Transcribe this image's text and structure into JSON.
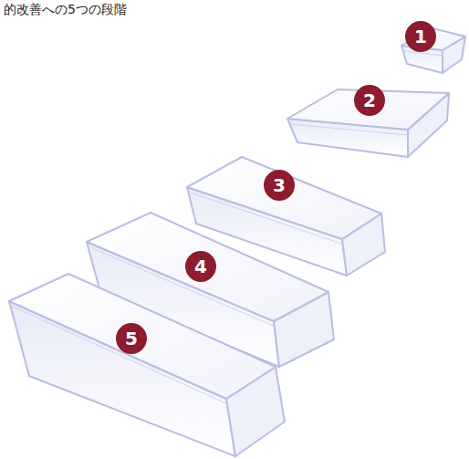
{
  "diagram": {
    "nodes": [
      {
        "text": [
          "1"
        ]
      },
      {
        "text": [
          "2"
        ]
      },
      {
        "text": [
          "3"
        ]
      },
      {
        "text": [
          "4"
        ]
      },
      {
        "text": [
          "5"
        ]
      }
    ],
    "labels": [
      "的改善への5つの段階"
    ]
  }
}
